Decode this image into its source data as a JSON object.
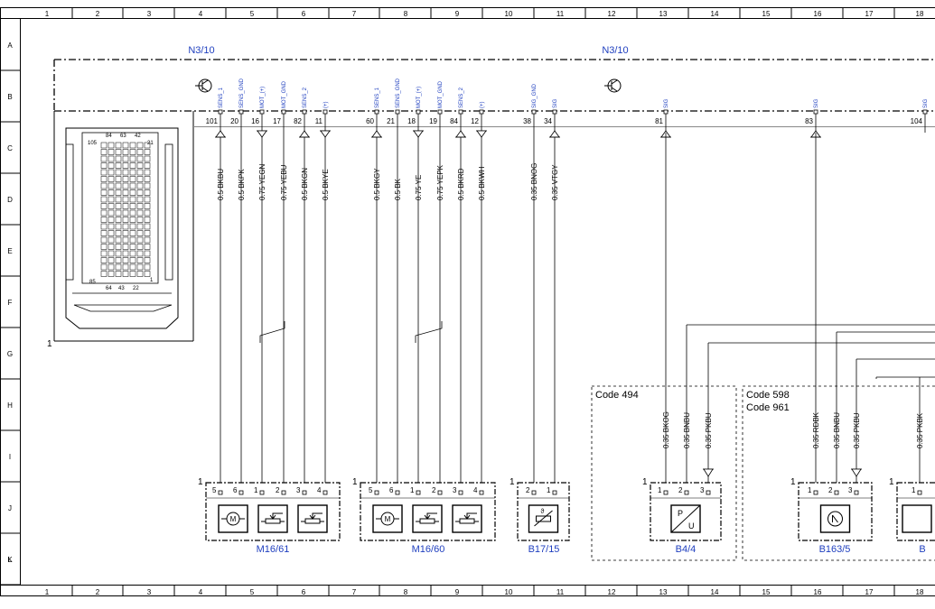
{
  "grid": {
    "columns": [
      "1",
      "2",
      "3",
      "4",
      "5",
      "6",
      "7",
      "8",
      "9",
      "10",
      "11",
      "12",
      "13",
      "14",
      "15",
      "16",
      "17",
      "18"
    ],
    "rows": [
      "A",
      "B",
      "C",
      "D",
      "E",
      "F",
      "G",
      "H",
      "I",
      "J",
      "K",
      "L"
    ]
  },
  "control_unit": {
    "labels": [
      "N3/10",
      "N3/10"
    ],
    "connector_ref": "1",
    "connector_view_numbers": [
      "105",
      "84",
      "63",
      "42",
      "21",
      "85",
      "64",
      "43",
      "22",
      "1"
    ]
  },
  "pins": [
    {
      "pin": "101",
      "signal": "SENS_1",
      "wire": "0.5 BKBU",
      "dir": "up"
    },
    {
      "pin": "20",
      "signal": "SENS_GND",
      "wire": "0.5 BKPK",
      "dir": "none"
    },
    {
      "pin": "16",
      "signal": "MOT_(+)",
      "wire": "0.75 YEGN",
      "dir": "down"
    },
    {
      "pin": "17",
      "signal": "MOT_GND",
      "wire": "0.75 YEBU",
      "dir": "none"
    },
    {
      "pin": "82",
      "signal": "SENS_2",
      "wire": "0.5 BKGN",
      "dir": "up"
    },
    {
      "pin": "11",
      "signal": "(+)",
      "wire": "0.5 BKYE",
      "dir": "down"
    },
    {
      "pin": "60",
      "signal": "SENS_1",
      "wire": "0.5 BKGY",
      "dir": "up"
    },
    {
      "pin": "21",
      "signal": "SENS_GND",
      "wire": "0.5 BK",
      "dir": "none"
    },
    {
      "pin": "18",
      "signal": "MOT_(+)",
      "wire": "0.75 YE",
      "dir": "down"
    },
    {
      "pin": "19",
      "signal": "MOT_GND",
      "wire": "0.75 YEPK",
      "dir": "none"
    },
    {
      "pin": "84",
      "signal": "SENS_2",
      "wire": "0.5 BKRD",
      "dir": "up"
    },
    {
      "pin": "12",
      "signal": "(+)",
      "wire": "0.5 BKWH",
      "dir": "down"
    },
    {
      "pin": "38",
      "signal": "SIG_GND",
      "wire": "0.35 BNOG",
      "dir": "none"
    },
    {
      "pin": "34",
      "signal": "SIG",
      "wire": "0.35 VTGY",
      "dir": "up"
    },
    {
      "pin": "81",
      "signal": "SIG",
      "wire": "",
      "dir": "up"
    },
    {
      "pin": "83",
      "signal": "SIG",
      "wire": "",
      "dir": "up"
    },
    {
      "pin": "104",
      "signal": "SIG",
      "wire": "",
      "dir": "none"
    }
  ],
  "lower_wires": [
    {
      "id": "b44-1",
      "label": "0.35 BKOG"
    },
    {
      "id": "b44-2",
      "label": "0.35 BNBU"
    },
    {
      "id": "b44-3",
      "label": "0.35 PKBU"
    },
    {
      "id": "b1635-1",
      "label": "0.35 RDBK"
    },
    {
      "id": "b1635-2",
      "label": "0.35 BNBU"
    },
    {
      "id": "b1635-3",
      "label": "0.35 PKBU"
    },
    {
      "id": "edge-1",
      "label": "0.35 PKBK"
    }
  ],
  "codes": {
    "left": "Code 494",
    "right_1": "Code 598",
    "right_2": "Code 961"
  },
  "components": [
    {
      "name": "M16/61",
      "ref": "1",
      "pins": [
        "5",
        "6",
        "1",
        "2",
        "3",
        "4"
      ]
    },
    {
      "name": "M16/60",
      "ref": "1",
      "pins": [
        "5",
        "6",
        "1",
        "2",
        "3",
        "4"
      ]
    },
    {
      "name": "B17/15",
      "ref": "1",
      "pins": [
        "2",
        "1"
      ]
    },
    {
      "name": "B4/4",
      "ref": "1",
      "pins": [
        "1",
        "2",
        "3"
      ]
    },
    {
      "name": "B163/5",
      "ref": "1",
      "pins": [
        "1",
        "2",
        "3"
      ]
    },
    {
      "name": "B",
      "ref": "1",
      "pins": [
        "1"
      ]
    }
  ],
  "colors": {
    "line": "#000000",
    "label_blue": "#1f3fbf",
    "inner_line": "#888888"
  }
}
